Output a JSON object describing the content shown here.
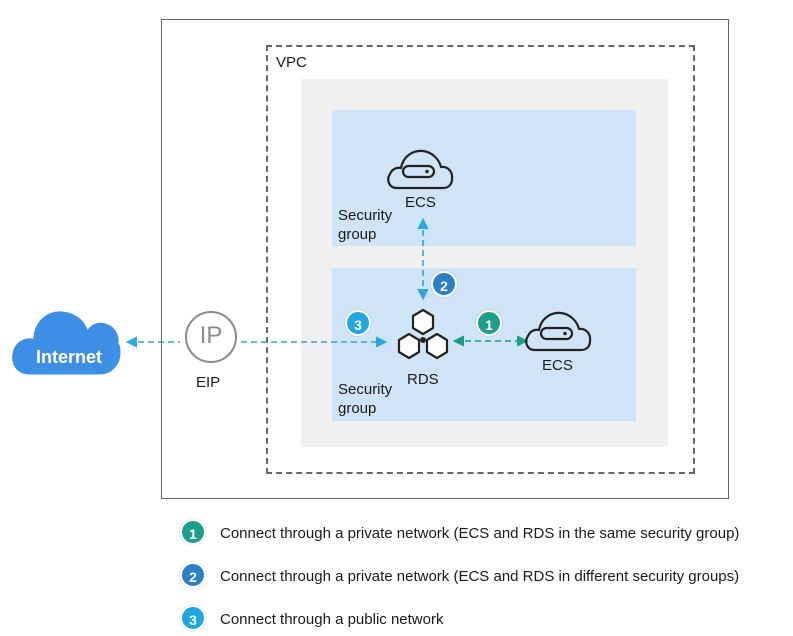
{
  "diagram": {
    "vpc_label": "VPC",
    "security_group_top": "Security\ngroup",
    "security_group_bottom": "Security\ngroup",
    "ecs_top_label": "ECS",
    "ecs_right_label": "ECS",
    "rds_label": "RDS",
    "eip_label": "EIP",
    "eip_icon_text": "IP",
    "internet_label": "Internet",
    "badges": [
      "1",
      "2",
      "3"
    ]
  },
  "legend": [
    {
      "number": "1",
      "text": "Connect through a private network (ECS and RDS in the same security group)"
    },
    {
      "number": "2",
      "text": "Connect through a private network (ECS and RDS in different security groups)"
    },
    {
      "number": "3",
      "text": "Connect through a public network"
    }
  ],
  "colors": {
    "badge_1": "#1a9e8a",
    "badge_2": "#2b7fc4",
    "badge_3": "#1ea7e1",
    "security_group_fill": "#cfe4f7",
    "subnet_fill": "#f0f0f0",
    "internet_cloud": "#3d8fe6",
    "link_blue": "#2aa8dd",
    "link_green": "#1a9e8a"
  },
  "icons": {
    "ecs": "cloud-server-icon",
    "rds": "hexagon-cluster-icon",
    "eip": "ip-circle-icon",
    "internet": "cloud-icon"
  }
}
